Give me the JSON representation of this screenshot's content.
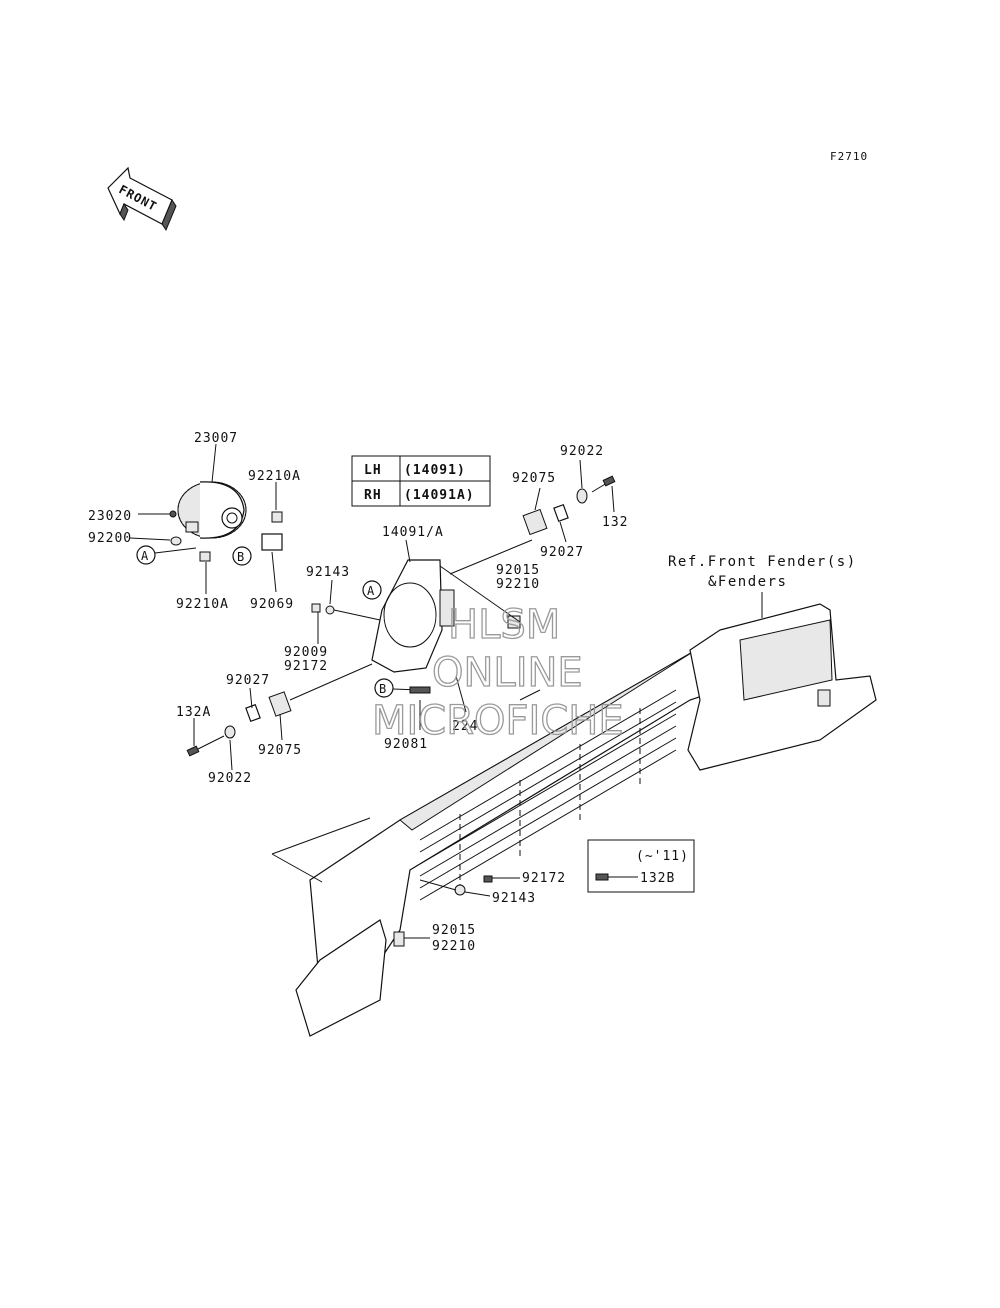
{
  "figure_code": "F2710",
  "front_arrow": {
    "text": "FRONT",
    "icon": "front-direction-arrow-icon"
  },
  "side_table": {
    "rows": [
      {
        "side": "LH",
        "part": "(14091)"
      },
      {
        "side": "RH",
        "part": "(14091A)"
      }
    ]
  },
  "reference_note": {
    "line1": "Ref.Front Fender(s)",
    "line2": "&Fenders"
  },
  "variant_box": {
    "label": "(~'11)",
    "part": "132B"
  },
  "callouts": {
    "a": "A",
    "b": "B"
  },
  "part_labels": {
    "p23007": "23007",
    "p23020": "23020",
    "p92200": "92200",
    "p92210A_top": "92210A",
    "p92210A_bottom": "92210A",
    "p92069": "92069",
    "p14091A": "14091/A",
    "p92022_top": "92022",
    "p92075_top": "92075",
    "p132": "132",
    "p92027_top": "92027",
    "p92015_top": "92015",
    "p92210_top": "92210",
    "p92143_top": "92143",
    "p92009": "92009",
    "p92172_top": "92172",
    "p92027_left": "92027",
    "p132A": "132A",
    "p92075_left": "92075",
    "p92022_left": "92022",
    "p224": "224",
    "p92081": "92081",
    "p92172_bottom": "92172",
    "p92143_bottom": "92143",
    "p92015_bottom": "92015",
    "p92210_bottom": "92210"
  },
  "watermark": {
    "line1": "HLSM",
    "line2": "ONLINE",
    "line3": "MICROFICHE"
  }
}
